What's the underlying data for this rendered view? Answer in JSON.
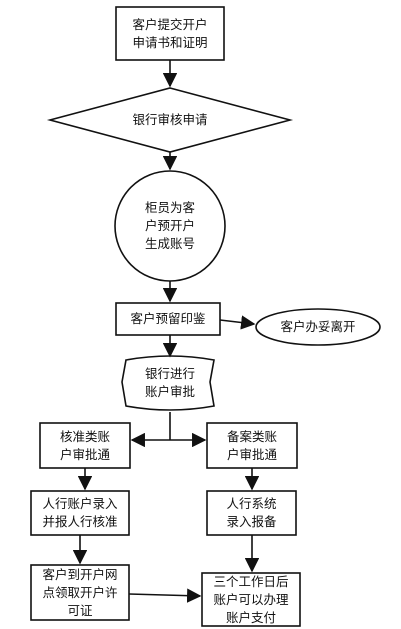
{
  "nodes": {
    "submit": "客户提交开户\n申请书和证明",
    "review": "银行审核申请",
    "teller": "柜员为客\n户预开户\n生成账号",
    "seal": "客户预留印鉴",
    "leave": "客户办妥离开",
    "approve": "银行进行\n账户审批",
    "approval_type": "核准类账\n户审批通",
    "filing_type": "备案类账\n户审批通",
    "pboc_entry": "人行账户录入\n并报人行核准",
    "pboc_system": "人行系统\n录入报备",
    "pickup": "客户到开户网\n点领取开户许\n可证",
    "payment": "三个工作日后\n账户可以办理\n账户支付"
  },
  "colors": {
    "stroke": "#111111",
    "fill": "#ffffff",
    "text": "#111111"
  }
}
